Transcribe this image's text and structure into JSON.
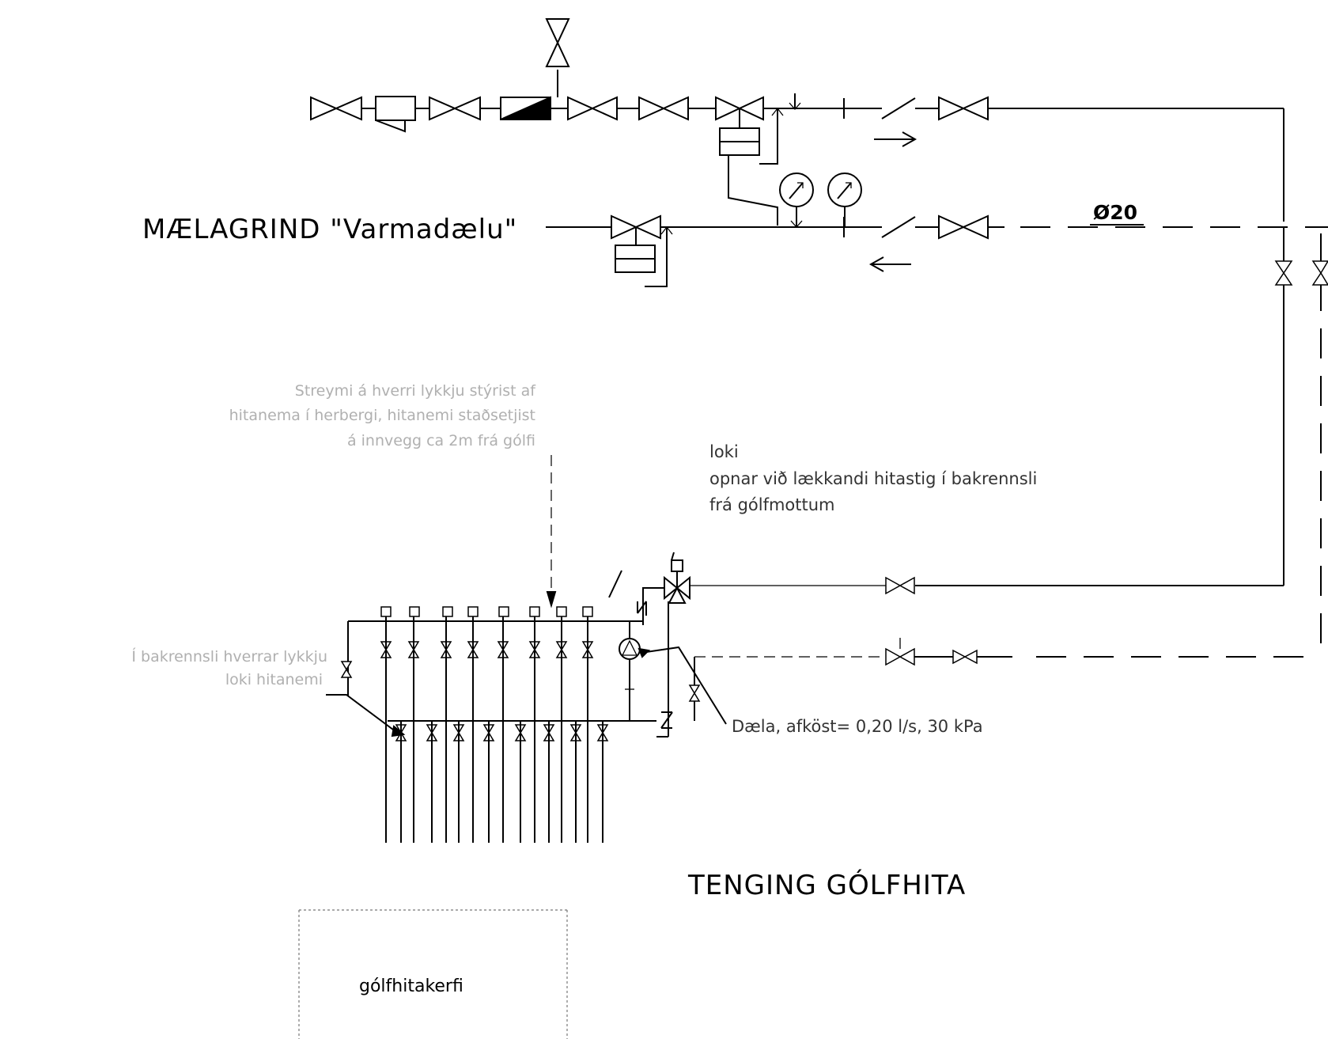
{
  "title_main": "MÆLAGRIND \"Varmadælu\"",
  "title_floor": "TENGING GÓLFHITA",
  "pipe_size": "Ø20",
  "valve_note": {
    "line1": "loki",
    "line2": "opnar við lækkandi hitastig í bakrennsli",
    "line3": "frá gólfmottum"
  },
  "thermostat_note": {
    "line1": "Streymi á hverri lykkju stýrist af",
    "line2": "hitanema í herbergi, hitanemi staðsetjist",
    "line3": "á innvegg ca 2m frá gólfi"
  },
  "return_note": {
    "line1": "Í bakrennsli hverrar lykkju",
    "line2": "loki hitanemi"
  },
  "pump_label": "Dæla, afköst= 0,20 l/s, 30 kPa",
  "box_label": "gólfhitakerfi"
}
